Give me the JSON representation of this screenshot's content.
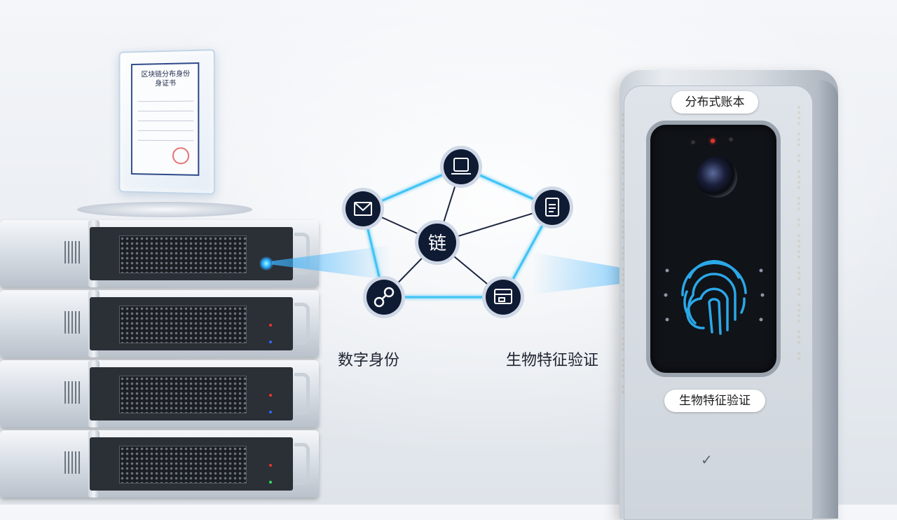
{
  "certificate": {
    "title_line1": "区块链分布身份",
    "title_line2": "身证书"
  },
  "network": {
    "center_label": "链",
    "left_caption": "数字身份",
    "right_caption": "生物特征验证",
    "nodes": [
      {
        "icon": "document-icon"
      },
      {
        "icon": "envelope-icon"
      },
      {
        "icon": "id-card-icon"
      },
      {
        "icon": "link-icon"
      },
      {
        "icon": "card-reader-icon"
      }
    ],
    "colors": {
      "link": "#3fc3f5",
      "core": "#1d2540",
      "node_fill": "#0f1a33",
      "node_ring": "#cfd8e6"
    }
  },
  "terminal": {
    "top_label": "分布式账本",
    "bottom_label": "生物特征验证",
    "fingerprint_color": "#2aa8e8",
    "emblem": "✓"
  }
}
